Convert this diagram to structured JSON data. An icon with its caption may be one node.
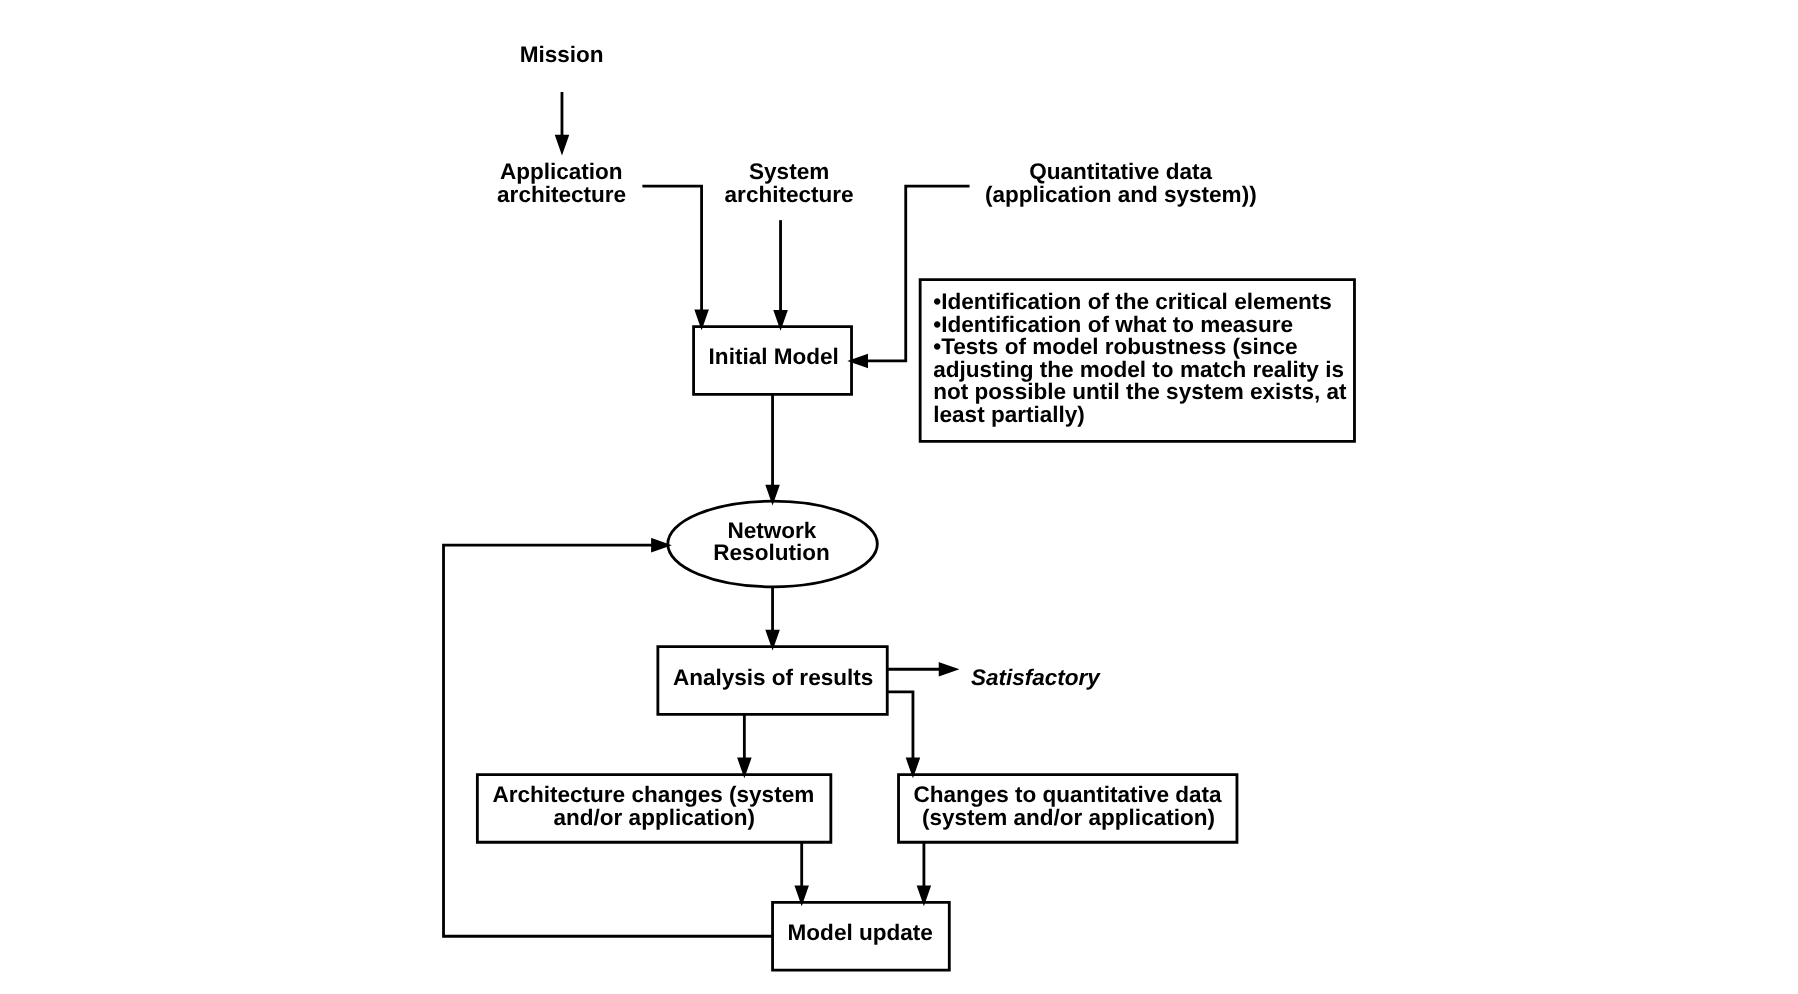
{
  "diagram": {
    "nodes": [
      {
        "text": [
          "Mission"
        ]
      },
      {
        "text": [
          "System architecture"
        ]
      },
      {
        "text": [
          "Application architecture"
        ]
      },
      {
        "text": [
          "Quantitative data (application and system))"
        ]
      },
      {
        "text": [
          "Initial Model"
        ]
      },
      {
        "text": [
          "Network Resolution"
        ]
      },
      {
        "text": [
          "Analysis of results"
        ]
      },
      {
        "text": [
          "Satisfactory"
        ]
      },
      {
        "text": [
          "Architecture changes (system and/or application)"
        ]
      },
      {
        "text": [
          "Changes to quantitative data (system and/or application)"
        ]
      },
      {
        "text": [
          "Model update"
        ]
      },
      {
        "text": [
          "•Identification of the critical elements",
          "•Identification of what to measure",
          "•Tests of model robustness (since adjusting the model to match reality is not possible until the system exists, at least partially)"
        ]
      }
    ],
    "edges": [
      {
        "from": 0,
        "to": 2,
        "arrow": "to"
      },
      {
        "from": 1,
        "to": 4,
        "arrow": "to"
      },
      {
        "from": 2,
        "to": 4,
        "arrow": "to"
      },
      {
        "from": 3,
        "to": 4,
        "arrow": "to"
      },
      {
        "from": 4,
        "to": 5,
        "arrow": "to"
      },
      {
        "from": 5,
        "to": 6,
        "arrow": "to"
      },
      {
        "from": 6,
        "to": 7,
        "arrow": "to"
      },
      {
        "from": 6,
        "to": 8,
        "arrow": "to"
      },
      {
        "from": 6,
        "to": 9,
        "arrow": "to"
      },
      {
        "from": 8,
        "to": 10,
        "arrow": "to"
      },
      {
        "from": 9,
        "to": 10,
        "arrow": "to"
      },
      {
        "from": 10,
        "to": 5,
        "arrow": "to"
      }
    ]
  }
}
